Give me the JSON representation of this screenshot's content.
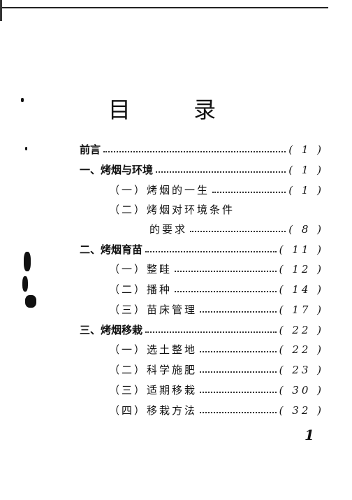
{
  "title": "目  录",
  "entries": [
    {
      "label": "前言",
      "page": "( 1 )"
    },
    {
      "label": "一、烤烟与环境",
      "page": "( 1 )"
    },
    {
      "label": "（一）烤烟的一生",
      "page": "( 1 )"
    },
    {
      "label": "（二）烤烟对环境条件",
      "page": ""
    },
    {
      "label": "的要求",
      "page": "( 8 )"
    },
    {
      "label": "二、烤烟育苗",
      "page": "( 11 )"
    },
    {
      "label": "（一）整畦",
      "page": "( 12 )"
    },
    {
      "label": "（二）播种",
      "page": "( 14 )"
    },
    {
      "label": "（三）苗床管理",
      "page": "( 17 )"
    },
    {
      "label": "三、烤烟移栽",
      "page": "( 22 )"
    },
    {
      "label": "（一）选土整地",
      "page": "( 22 )"
    },
    {
      "label": "（二）科学施肥",
      "page": "( 23 )"
    },
    {
      "label": "（三）适期移栽",
      "page": "( 30 )"
    },
    {
      "label": "（四）移栽方法",
      "page": "( 32 )"
    }
  ],
  "page_number": "1"
}
